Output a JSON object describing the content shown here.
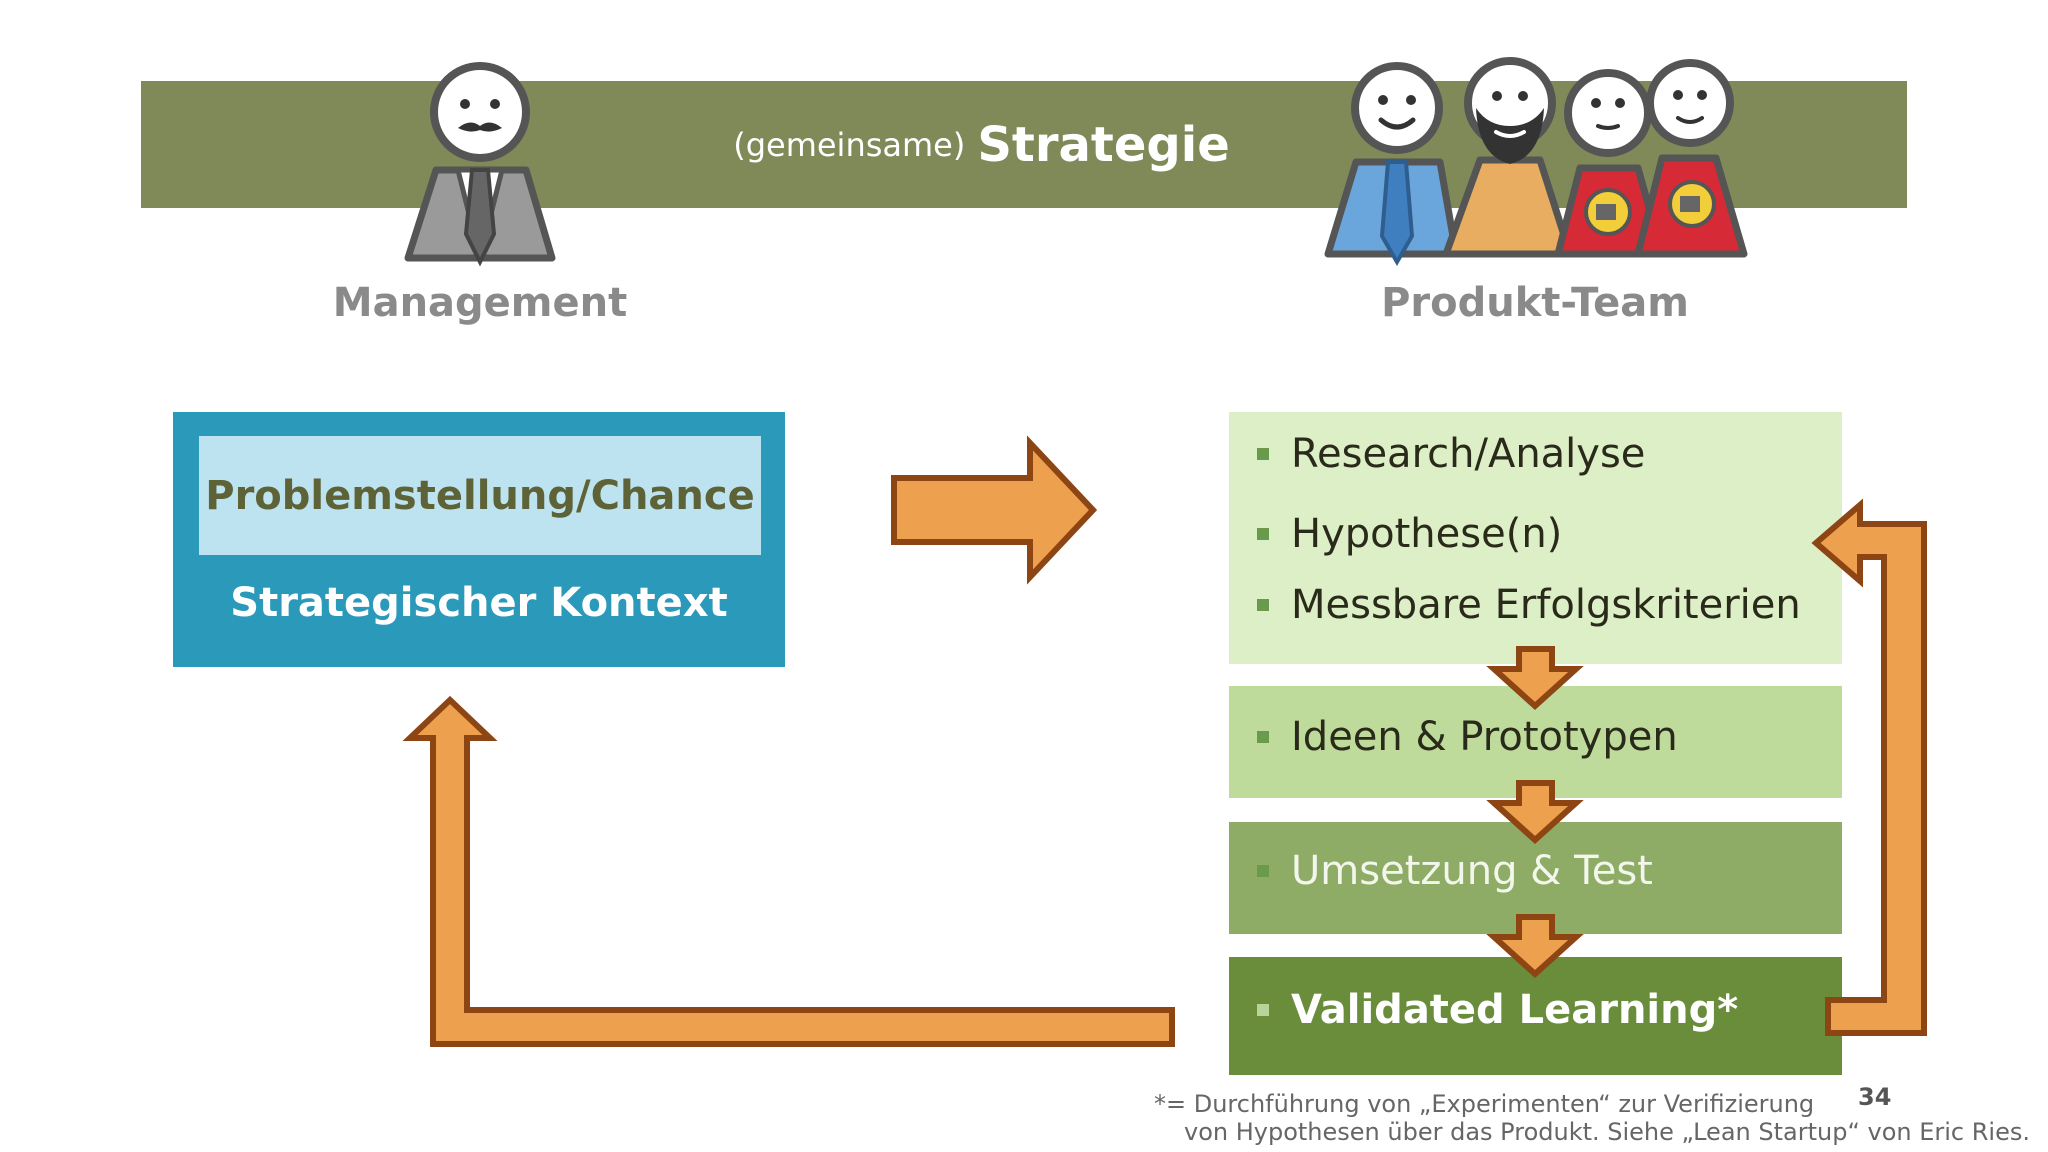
{
  "banner": {
    "prefix": "(gemeinsame)",
    "title": "Strategie"
  },
  "roles": {
    "management": "Management",
    "team": "Produkt-Team"
  },
  "context": {
    "problem": "Problemstellung/Chance",
    "label": "Strategischer Kontext"
  },
  "process": {
    "research": [
      "Research/Analyse",
      "Hypothese(n)",
      "Messbare Erfolgskriterien"
    ],
    "ideas": "Ideen & Prototypen",
    "build": "Umsetzung & Test",
    "learning": "Validated Learning*"
  },
  "footnote": {
    "line1": "*= Durchführung von „Experimenten“ zur Verifizierung",
    "line2": "von Hypothesen über das Produkt. Siehe „Lean Startup“ von Eric Ries."
  },
  "page_number": "34",
  "colors": {
    "banner": "#7f8a58",
    "context_box": "#2b99b9",
    "problem_box": "#bde3f0",
    "arrow_fill": "#eda04d",
    "arrow_stroke": "#8d4513",
    "step_1": "#ddefc7",
    "step_2": "#bfdb9b",
    "step_3": "#8fac66",
    "step_4": "#6a8d3b"
  }
}
